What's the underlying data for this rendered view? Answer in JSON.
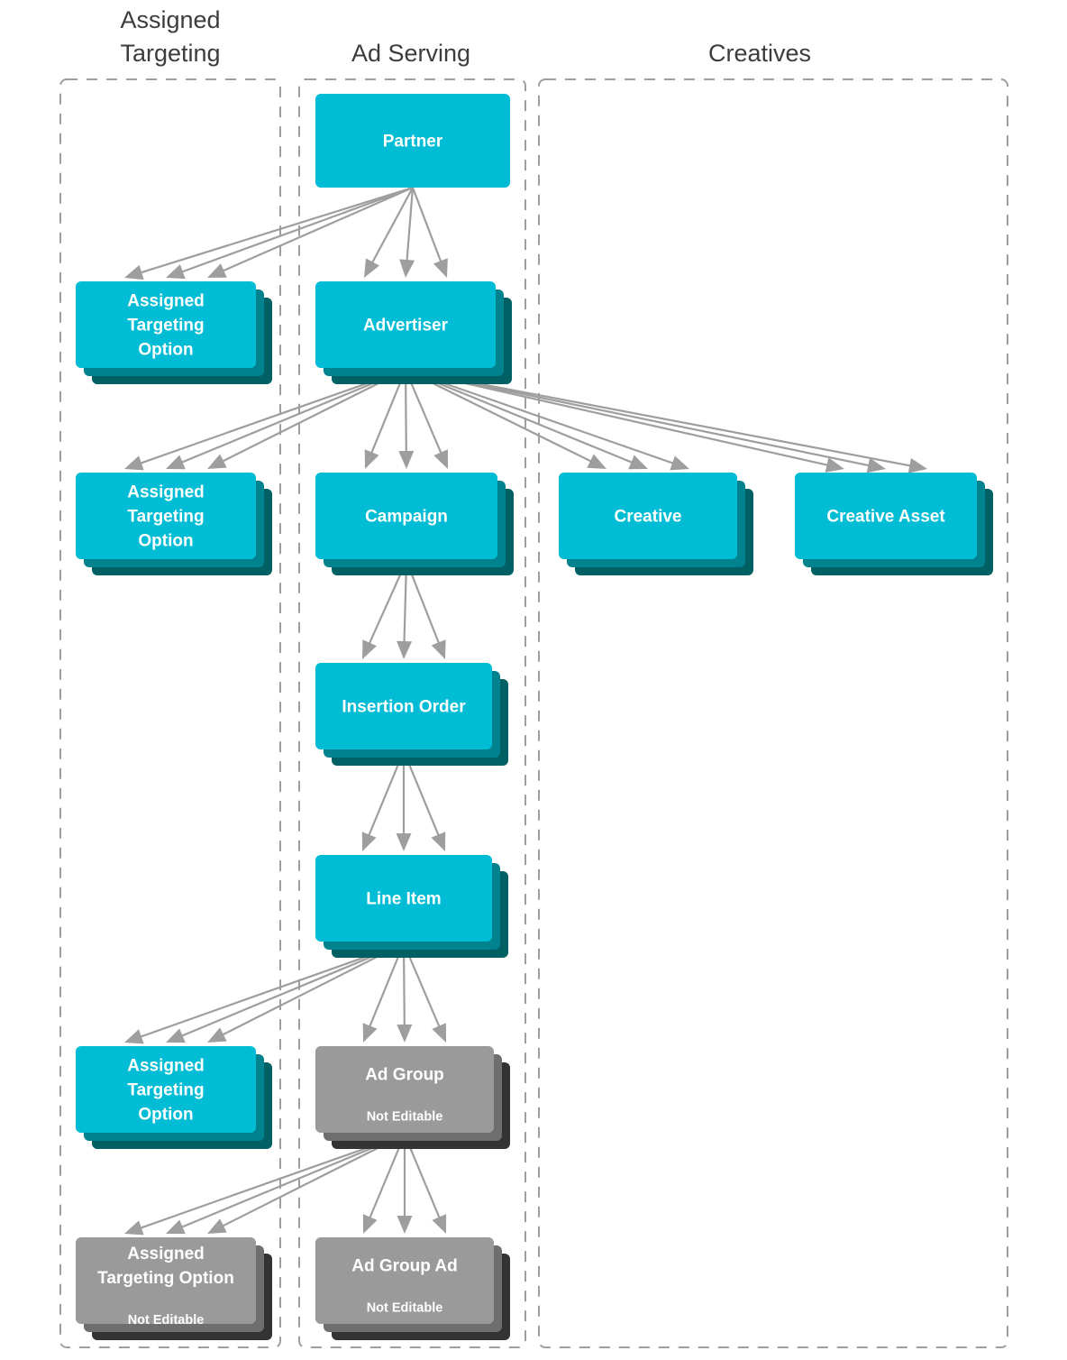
{
  "diagram": {
    "title_hidden": "",
    "columns": [
      {
        "id": "assigned-targeting",
        "label": "Assigned\nTargeting",
        "label_line1": "Assigned",
        "label_line2": "Targeting"
      },
      {
        "id": "ad-serving",
        "label": "Ad Serving"
      },
      {
        "id": "creatives",
        "label": "Creatives"
      }
    ],
    "colors": {
      "node_active": "#00BCD4",
      "node_active_shadow_1": "#00838F",
      "node_active_shadow_2": "#006064",
      "node_disabled": "#9A9A9A",
      "node_disabled_shadow_1": "#6E6E6E",
      "node_disabled_shadow_2": "#333333",
      "edge": "#9E9E9E",
      "lane_border": "#9E9E9E",
      "title_text": "#3C3C3C",
      "node_text": "#FFFFFF",
      "background": "#FFFFFF"
    },
    "nodes": [
      {
        "id": "partner",
        "label": "Partner",
        "sublabel": "",
        "column": "ad-serving",
        "state": "editable"
      },
      {
        "id": "ato-partner",
        "label_lines": [
          "Assigned",
          "Targeting",
          "Option"
        ],
        "label": "Assigned Targeting Option",
        "sublabel": "",
        "column": "assigned-targeting",
        "state": "editable"
      },
      {
        "id": "advertiser",
        "label": "Advertiser",
        "sublabel": "",
        "column": "ad-serving",
        "state": "editable"
      },
      {
        "id": "ato-advertiser",
        "label_lines": [
          "Assigned",
          "Targeting",
          "Option"
        ],
        "label": "Assigned Targeting Option",
        "sublabel": "",
        "column": "assigned-targeting",
        "state": "editable"
      },
      {
        "id": "campaign",
        "label": "Campaign",
        "sublabel": "",
        "column": "ad-serving",
        "state": "editable"
      },
      {
        "id": "creative",
        "label": "Creative",
        "sublabel": "",
        "column": "creatives",
        "state": "editable"
      },
      {
        "id": "creative-asset",
        "label": "Creative Asset",
        "sublabel": "",
        "column": "creatives",
        "state": "editable"
      },
      {
        "id": "insertion-order",
        "label": "Insertion Order",
        "sublabel": "",
        "column": "ad-serving",
        "state": "editable"
      },
      {
        "id": "line-item",
        "label": "Line Item",
        "sublabel": "",
        "column": "ad-serving",
        "state": "editable"
      },
      {
        "id": "ato-line-item",
        "label_lines": [
          "Assigned",
          "Targeting",
          "Option"
        ],
        "label": "Assigned Targeting Option",
        "sublabel": "",
        "column": "assigned-targeting",
        "state": "editable"
      },
      {
        "id": "ad-group",
        "label": "Ad Group",
        "sublabel": "Not Editable",
        "column": "ad-serving",
        "state": "not-editable"
      },
      {
        "id": "ato-ad-group",
        "label_lines": [
          "Assigned",
          "Targeting Option"
        ],
        "label": "Assigned Targeting Option",
        "sublabel": "Not Editable",
        "column": "assigned-targeting",
        "state": "not-editable"
      },
      {
        "id": "ad-group-ad",
        "label": "Ad Group Ad",
        "sublabel": "Not Editable",
        "column": "ad-serving",
        "state": "not-editable"
      }
    ],
    "edges": [
      {
        "from": "partner",
        "to": "ato-partner",
        "multiplicity": 3
      },
      {
        "from": "partner",
        "to": "advertiser",
        "multiplicity": 3
      },
      {
        "from": "advertiser",
        "to": "ato-advertiser",
        "multiplicity": 3
      },
      {
        "from": "advertiser",
        "to": "campaign",
        "multiplicity": 3
      },
      {
        "from": "advertiser",
        "to": "creative",
        "multiplicity": 3
      },
      {
        "from": "advertiser",
        "to": "creative-asset",
        "multiplicity": 3
      },
      {
        "from": "campaign",
        "to": "insertion-order",
        "multiplicity": 3
      },
      {
        "from": "insertion-order",
        "to": "line-item",
        "multiplicity": 3
      },
      {
        "from": "line-item",
        "to": "ato-line-item",
        "multiplicity": 3
      },
      {
        "from": "line-item",
        "to": "ad-group",
        "multiplicity": 3
      },
      {
        "from": "ad-group",
        "to": "ato-ad-group",
        "multiplicity": 3
      },
      {
        "from": "ad-group",
        "to": "ad-group-ad",
        "multiplicity": 3
      }
    ],
    "labels": {
      "not_editable": "Not Editable"
    }
  }
}
